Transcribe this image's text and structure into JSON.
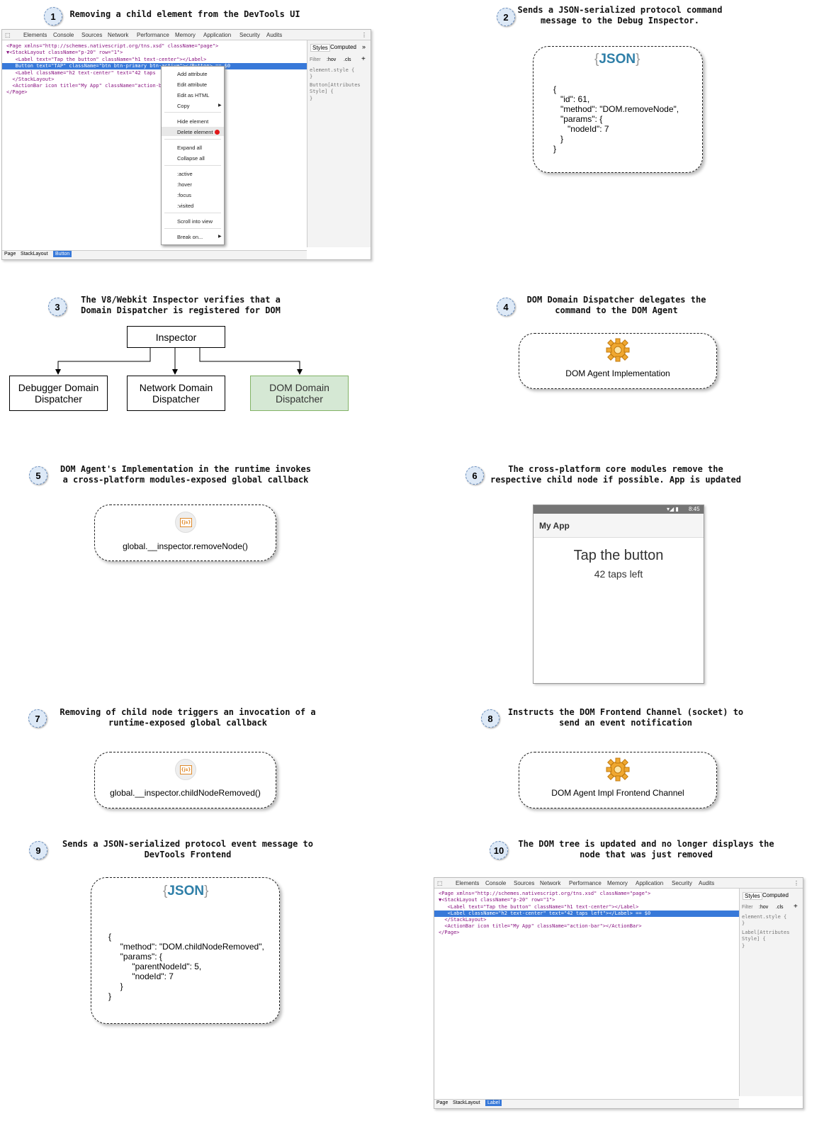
{
  "steps": [
    {
      "num": "1",
      "caption": "Removing a child element from the DevTools UI"
    },
    {
      "num": "2",
      "caption": "Sends a JSON-serialized protocol command\nmessage to the Debug Inspector."
    },
    {
      "num": "3",
      "caption": "The V8/Webkit Inspector verifies that a\nDomain Dispatcher is registered for DOM"
    },
    {
      "num": "4",
      "caption": "DOM Domain Dispatcher delegates the\ncommand to the DOM Agent"
    },
    {
      "num": "5",
      "caption": "DOM Agent's Implementation in the runtime invokes\na cross-platform modules-exposed global callback"
    },
    {
      "num": "6",
      "caption": "The cross-platform core modules remove the\nrespective child node if possible. App is updated"
    },
    {
      "num": "7",
      "caption": "Removing of child node triggers an invocation of a\nruntime-exposed global callback"
    },
    {
      "num": "8",
      "caption": "Instructs the DOM Frontend Channel (socket) to\nsend an event notification"
    },
    {
      "num": "9",
      "caption": "Sends a JSON-serialized protocol event message to\nDevTools Frontend"
    },
    {
      "num": "10",
      "caption": "The DOM tree is updated and no longer displays the\nnode that was just removed"
    }
  ],
  "json_logo": {
    "open": "{",
    "text": "JSON",
    "close": "}"
  },
  "json_command": "{\n   \"id\": 61,\n   \"method\": \"DOM.removeNode\",\n   \"params\": {\n      \"nodeId\": 7\n   }\n}",
  "json_event": "{\n     \"method\": \"DOM.childNodeRemoved\",\n     \"params\": {\n          \"parentNodeId\": 5,\n          \"nodeId\": 7\n     }\n}",
  "diagram": {
    "inspector": "Inspector",
    "debugger": "Debugger Domain\nDispatcher",
    "network": "Network Domain\nDispatcher",
    "dom": "DOM Domain\nDispatcher",
    "dom_color": "#d5e8d4"
  },
  "agents": {
    "dom_agent": "DOM Agent Implementation",
    "remove_node_cb": "global.__inspector.removeNode()",
    "child_removed_cb": "global.__inspector.childNodeRemoved()",
    "frontend_channel": "DOM Agent Impl Frontend Channel",
    "js_icon": "{js}"
  },
  "phone": {
    "time": "8:45",
    "app_title": "My App",
    "heading": "Tap the button",
    "subheading": "42 taps left"
  },
  "devtools_tabs": [
    "Elements",
    "Console",
    "Sources",
    "Network",
    "Performance",
    "Memory",
    "Application",
    "Security",
    "Audits"
  ],
  "devtools_side": {
    "styles": "Styles",
    "computed": "Computed",
    "filter": "Filter",
    "hov": ":hov",
    "cls": ".cls",
    "element_style": "element.style {",
    "close": "}"
  },
  "devtools1": {
    "lines": [
      "<Page xmlns=\"http://schemes.nativescript.org/tns.xsd\" className=\"page\">",
      "▼<StackLayout className=\"p-20\" row=\"1\">",
      "   <Label text=\"Tap the button\" className=\"h1 text-center\"></Label>",
      "   Button text=\"TAP\" className=\"btn btn-primary btn-active\"></Button> == $0",
      "   <Label className=\"h2 text-center\" text=\"42 taps",
      "  </StackLayout>",
      "  <ActionBar icon title=\"My App\" className=\"action-b",
      "</Page>"
    ],
    "side_rule": "Button[Attributes\nStyle] {",
    "crumbs": [
      "Page",
      "StackLayout",
      "Button"
    ],
    "menu": [
      "Add attribute",
      "Edit attribute",
      "Edit as HTML",
      "Copy",
      "Hide element",
      "Delete element",
      "Expand all",
      "Collapse all",
      ":active",
      ":hover",
      ":focus",
      ":visited",
      "Scroll into view",
      "Break on..."
    ]
  },
  "devtools2": {
    "lines": [
      "<Page xmlns=\"http://schemes.nativescript.org/tns.xsd\" className=\"page\">",
      "▼<StackLayout className=\"p-20\" row=\"1\">",
      "   <Label text=\"Tap the button\" className=\"h1 text-center\"></Label>",
      "   <Label className=\"h2 text-center\" text=\"42 taps left\"></Label> == $0",
      "  </StackLayout>",
      "  <ActionBar icon title=\"My App\" className=\"action-bar\"></ActionBar>",
      "</Page>"
    ],
    "side_rule": "Label[Attributes\nStyle] {",
    "crumbs": [
      "Page",
      "StackLayout",
      "Label"
    ]
  }
}
